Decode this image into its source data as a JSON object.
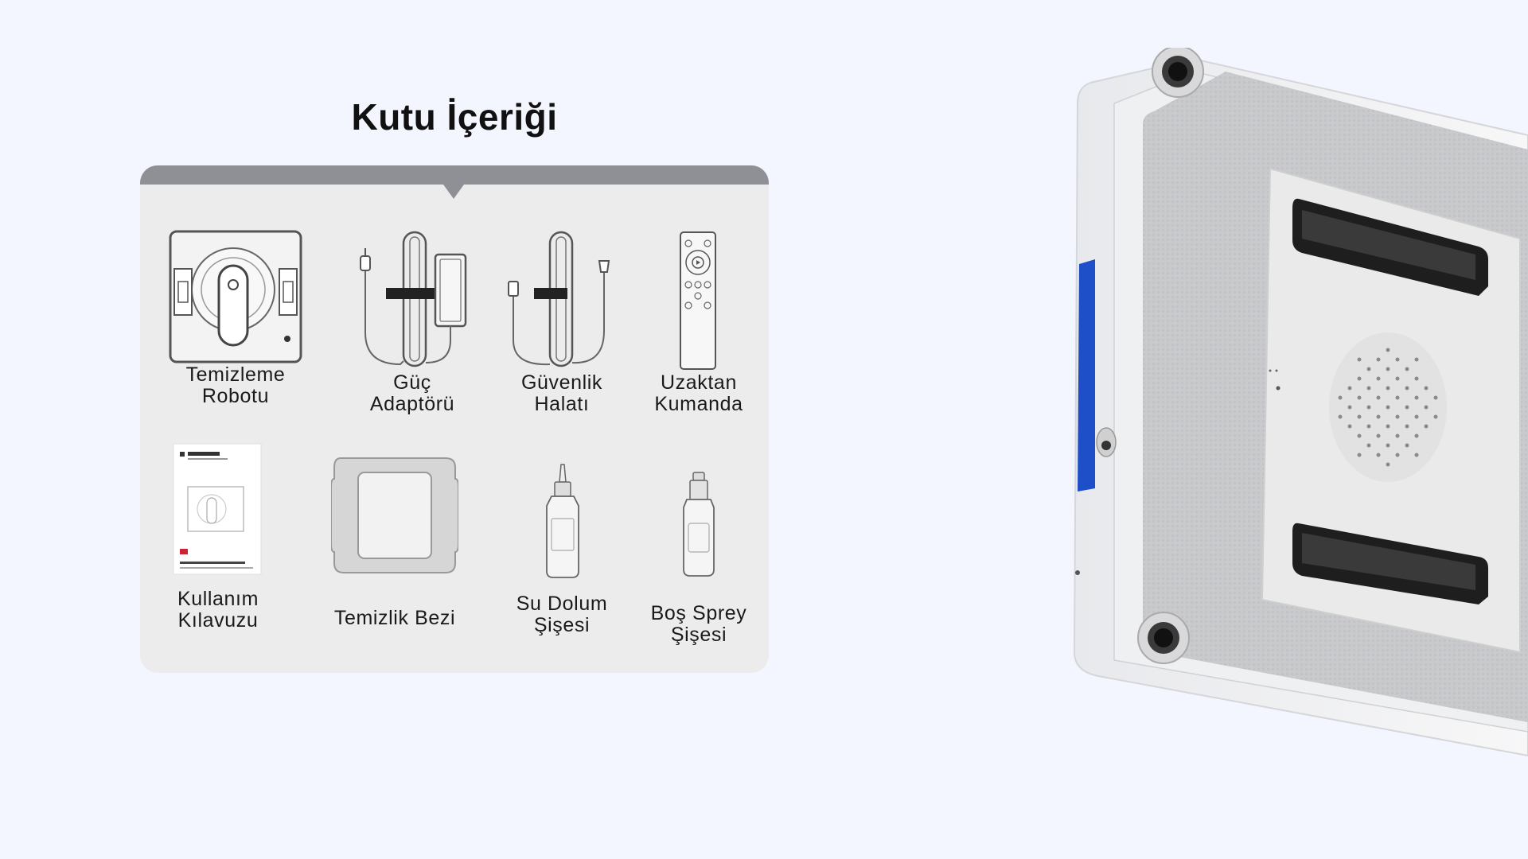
{
  "title": "Kutu İçeriği",
  "items": [
    {
      "icon": "robot-icon",
      "line1": "Temizleme",
      "line2": "Robotu"
    },
    {
      "icon": "power-adapter-icon",
      "line1": "Güç",
      "line2": "Adaptörü"
    },
    {
      "icon": "safety-rope-icon",
      "line1": "Güvenlik",
      "line2": "Halatı"
    },
    {
      "icon": "remote-control-icon",
      "line1": "Uzaktan",
      "line2": "Kumanda"
    },
    {
      "icon": "manual-booklet-icon",
      "line1": "Kullanım",
      "line2": "Kılavuzu"
    },
    {
      "icon": "cleaning-cloth-icon",
      "line1": "Temizlik Bezi",
      "line2": ""
    },
    {
      "icon": "water-bottle-icon",
      "line1": "Su Dolum",
      "line2": "Şişesi"
    },
    {
      "icon": "spray-bottle-icon",
      "line1": "Boş Sprey",
      "line2": "Şişesi"
    }
  ],
  "colors": {
    "background": "#f3f6fe",
    "card": "#ececec",
    "card_bar": "#8e9096",
    "device_accent": "#1f4fc8"
  }
}
